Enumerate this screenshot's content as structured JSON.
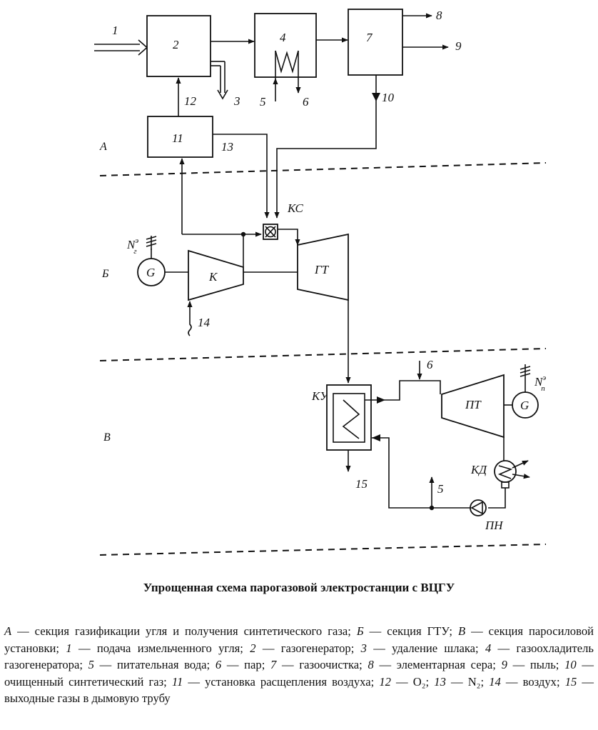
{
  "diagram": {
    "section_labels": {
      "a": "А",
      "b": "Б",
      "v": "В"
    },
    "blocks": {
      "gasifier": "2",
      "gas_cooler": "4",
      "gas_cleaning": "7",
      "air_separation": "11"
    },
    "streams": {
      "s1": "1",
      "s3": "3",
      "s5_top": "5",
      "s6_top": "6",
      "s8": "8",
      "s9": "9",
      "s10": "10",
      "s12": "12",
      "s13": "13",
      "s14": "14",
      "s15": "15",
      "s5_bottom": "5",
      "s6_bottom": "6"
    },
    "equipment": {
      "combustion_chamber": "КС",
      "compressor": "К",
      "gas_turbine": "ГТ",
      "generator_gt": "G",
      "generator_st": "G",
      "power_gt_main": "N",
      "power_gt_sup": "э",
      "power_gt_sub": "г",
      "power_st_main": "N",
      "power_st_sup": "э",
      "power_st_sub": "п",
      "heat_recovery_boiler": "КУ",
      "steam_turbine": "ПТ",
      "condenser": "КД",
      "feed_pump": "ПН"
    }
  },
  "caption": "Упрощенная схема парогазовой электростанции с ВЦГУ",
  "legend": [
    {
      "k": "А",
      "t": " — секция газификации угля и получения синтетического газа; "
    },
    {
      "k": "Б",
      "t": " — секция ГТУ; "
    },
    {
      "k": "В",
      "t": " — секция паросиловой установки; "
    },
    {
      "k": "1",
      "t": " — подача измельченного угля; "
    },
    {
      "k": "2",
      "t": " — газогенератор; "
    },
    {
      "k": "3",
      "t": " — удаление шлака; "
    },
    {
      "k": "4",
      "t": " — газоохладитель газогенератора; "
    },
    {
      "k": "5",
      "t": " — питательная вода; "
    },
    {
      "k": "6",
      "t": " — пар; "
    },
    {
      "k": "7",
      "t": " — газоочистка; "
    },
    {
      "k": "8",
      "t": " — элементарная сера; "
    },
    {
      "k": "9",
      "t": " — пыль; "
    },
    {
      "k": "10",
      "t": " — очищенный синтетический газ; "
    },
    {
      "k": "11",
      "t": " — установка расщепления воздуха; "
    },
    {
      "k": "12",
      "t": " — O₂; "
    },
    {
      "k": "13",
      "t": " — N₂; "
    },
    {
      "k": "14",
      "t": " — воздух; "
    },
    {
      "k": "15",
      "t": " — выходные газы в дымовую трубу"
    }
  ]
}
